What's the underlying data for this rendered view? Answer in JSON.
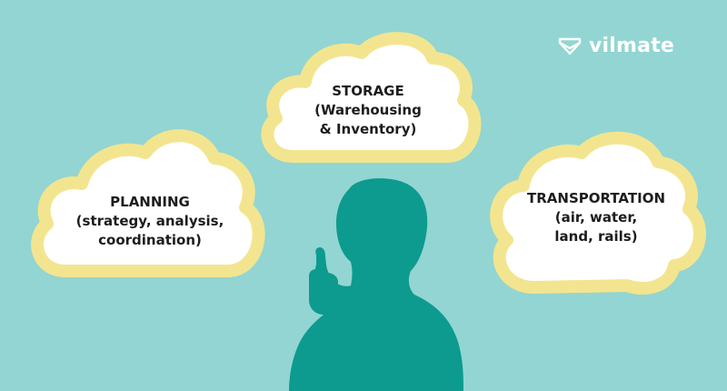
{
  "brand": {
    "name": "vilmate",
    "icon": "envelope-logo-icon"
  },
  "colors": {
    "background": "#93d5d2",
    "cloud_fill": "#ffffff",
    "cloud_outline": "#f3e58f",
    "figure": "#0c9b8e",
    "text": "#1d1d1d"
  },
  "clouds": {
    "planning": {
      "title": "PLANNING",
      "line1": "(strategy, analysis,",
      "line2": "coordination)"
    },
    "storage": {
      "title": "STORAGE",
      "line1": "(Warehousing",
      "line2": "& Inventory)"
    },
    "transportation": {
      "title": "TRANSPORTATION",
      "line1": "(air, water,",
      "line2": "land, rails)"
    }
  }
}
